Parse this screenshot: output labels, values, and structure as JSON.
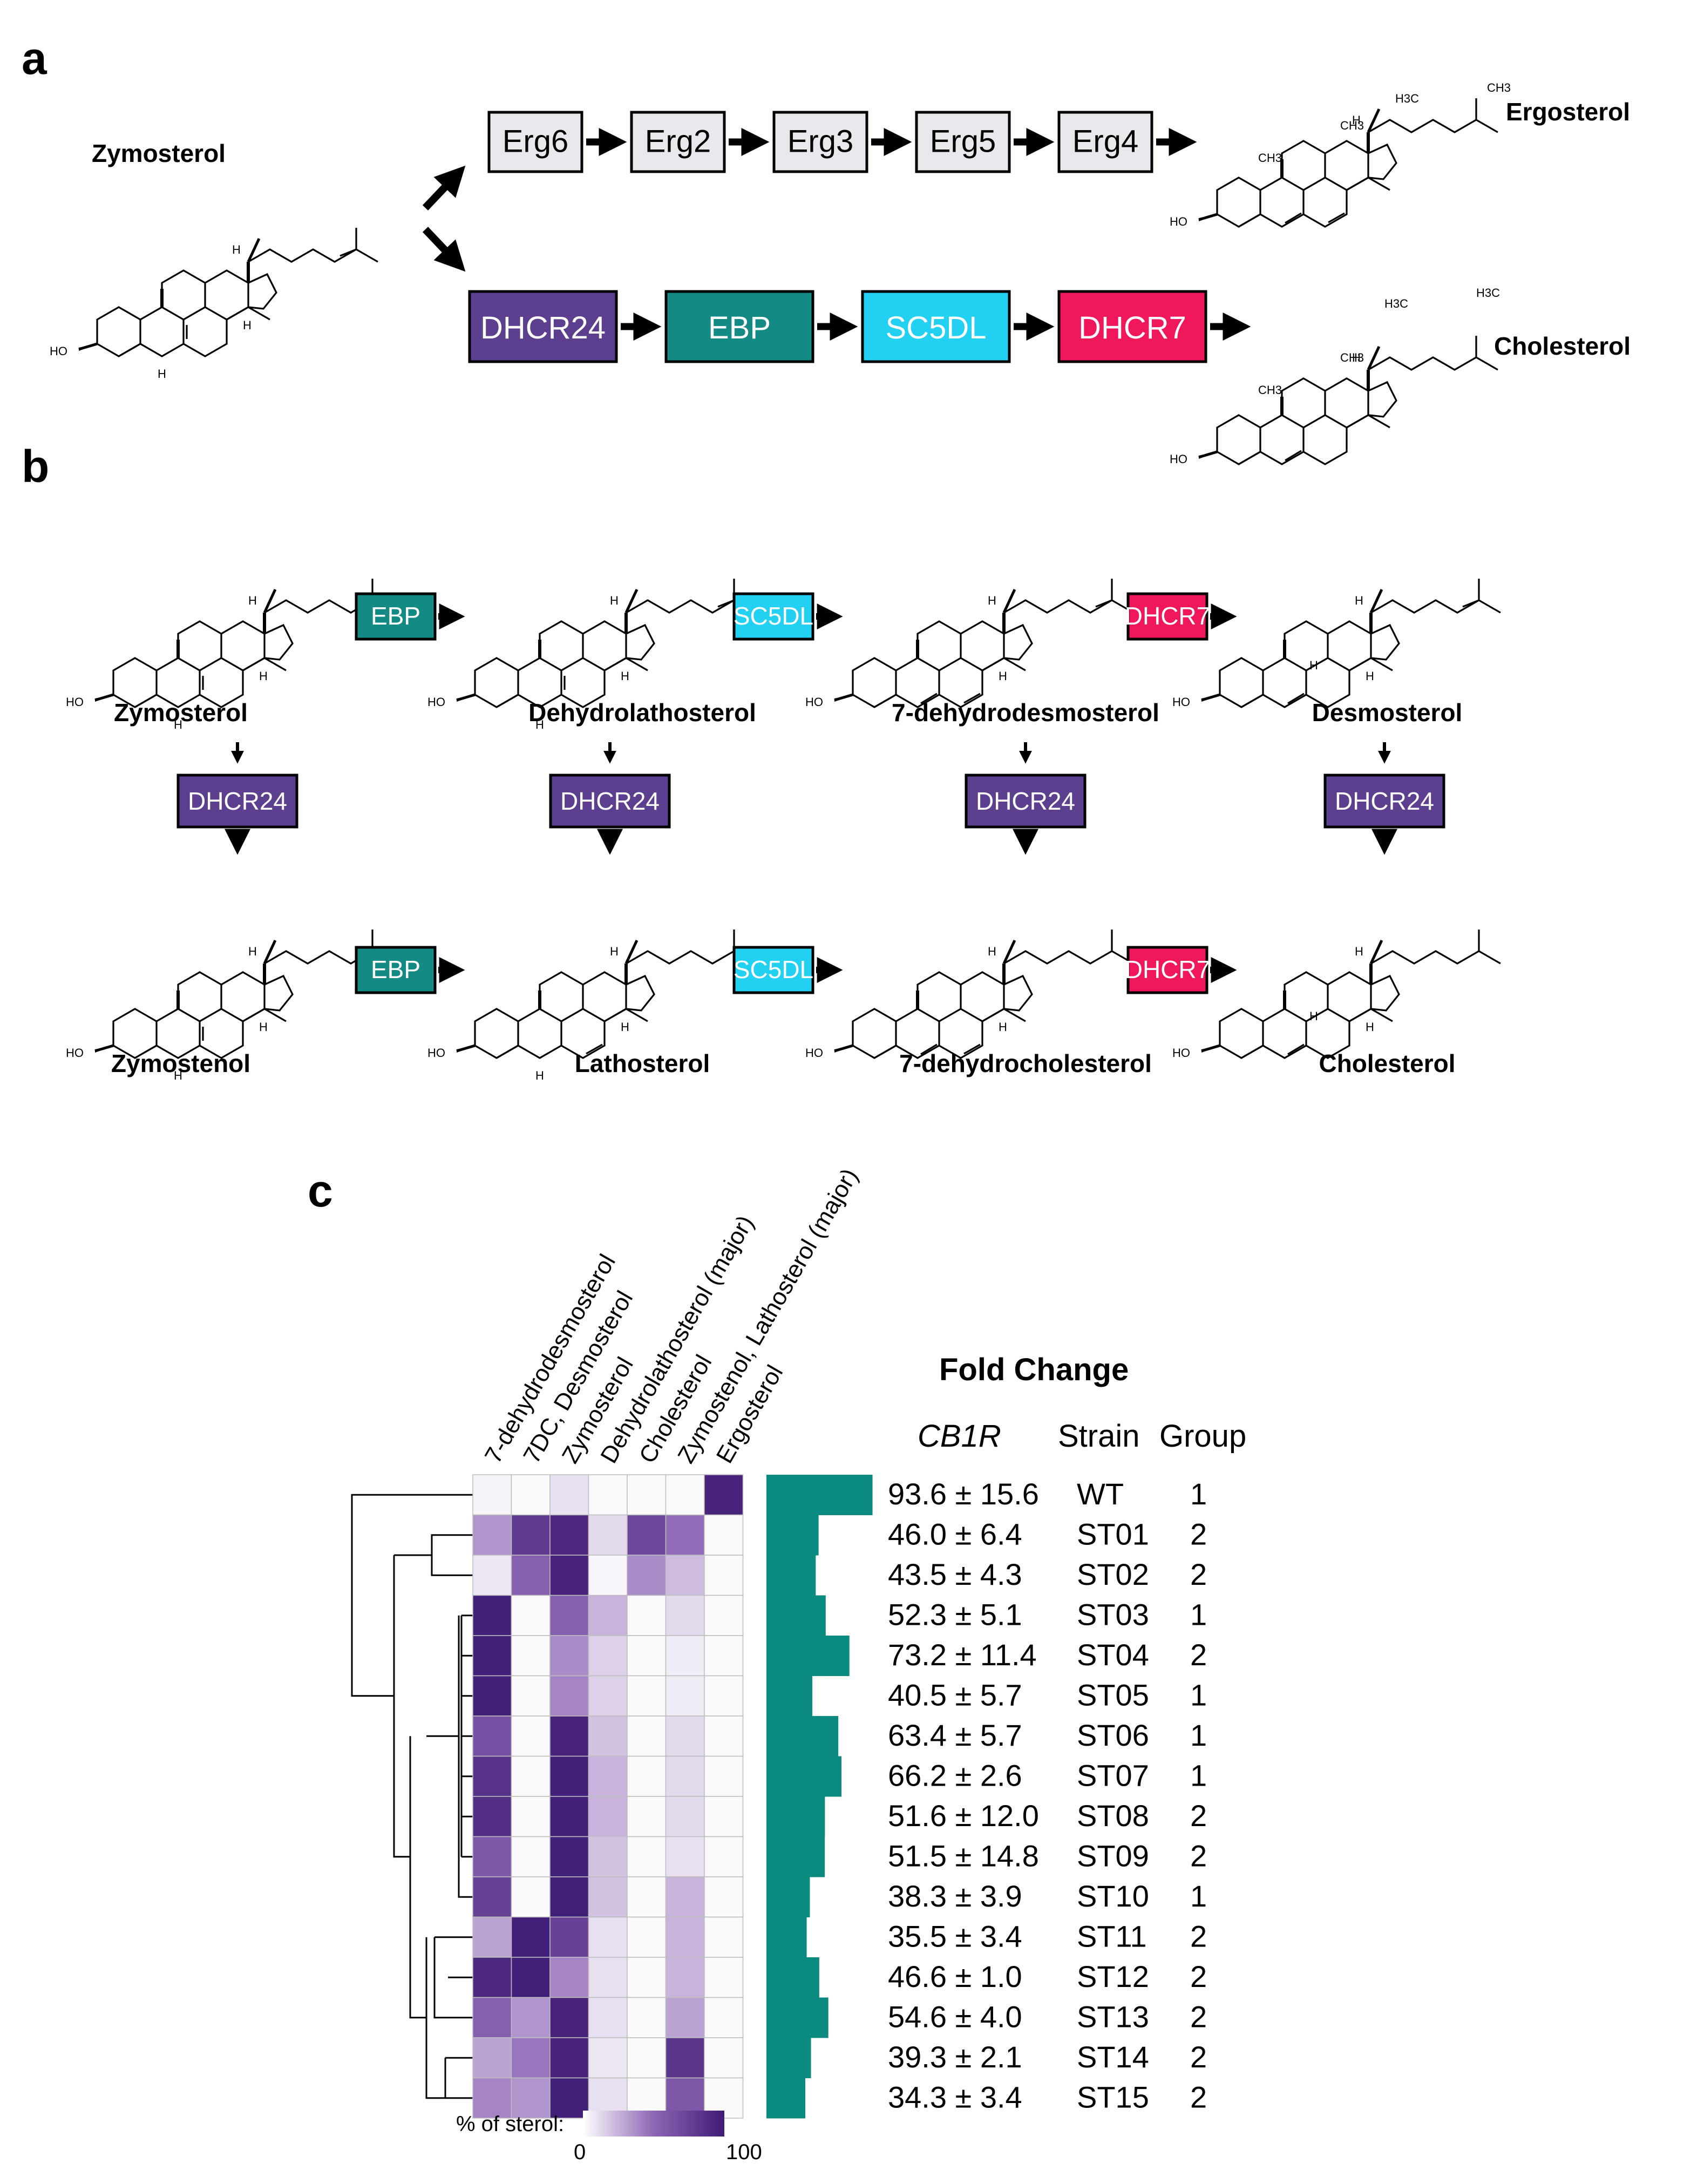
{
  "panel_a": {
    "letter": "a",
    "start": "Zymosterol",
    "yeast_path": [
      "Erg6",
      "Erg2",
      "Erg3",
      "Erg5",
      "Erg4"
    ],
    "human_path": [
      "DHCR24",
      "EBP",
      "SC5DL",
      "DHCR7"
    ],
    "end_yeast": "Ergosterol",
    "end_human": "Cholesterol"
  },
  "panel_b": {
    "letter": "b",
    "top_row": [
      "Zymosterol",
      "Dehydrolathosterol",
      "7-dehydrodesmosterol",
      "Desmosterol"
    ],
    "bottom_row": [
      "Zymostenol",
      "Lathosterol",
      "7-dehydrocholesterol",
      "Cholesterol"
    ],
    "horizontal_enzymes": [
      "EBP",
      "SC5DL",
      "DHCR7"
    ],
    "vertical_enzyme": "DHCR24"
  },
  "enzyme_colors": {
    "Erg": "#e7e9ec",
    "DHCR24": "#5c3f8e",
    "EBP": "#138a84",
    "SC5DL": "#22d0f2",
    "DHCR7": "#f0185a"
  },
  "atoms": {
    "ho": "HO",
    "h": "H",
    "ch3": "CH3",
    "h3c": "H3C"
  },
  "panel_c": {
    "letter": "c",
    "fold_change_title": "Fold Change",
    "col_cb1r": "CB1R",
    "col_strain": "Strain",
    "col_group": "Group",
    "sterol_columns": [
      "7-dehydrodesmosterol",
      "7DC, Desmosterol",
      "Zymosterol",
      "Dehydrolathosterol (major)",
      "Cholesterol",
      "Zymostenol, Lathosterol (major)",
      "Ergosterol"
    ],
    "legend_label": "% of sterol:",
    "legend_min": "0",
    "legend_max": "100",
    "bar_color": "#0b8a80",
    "heat_low": "#ffffff",
    "heat_high": "#3f1c75"
  },
  "chart_data": {
    "type": "heatmap",
    "title": "",
    "rows": [
      "WT",
      "ST01",
      "ST02",
      "ST03",
      "ST04",
      "ST05",
      "ST06",
      "ST07",
      "ST08",
      "ST09",
      "ST10",
      "ST11",
      "ST12",
      "ST13",
      "ST14",
      "ST15"
    ],
    "columns": [
      "7-dehydrodesmosterol",
      "7DC, Desmosterol",
      "Zymosterol",
      "Dehydrolathosterol (major)",
      "Cholesterol",
      "Zymostenol, Lathosterol (major)",
      "Ergosterol"
    ],
    "value_unit": "% of sterol",
    "value_range": [
      0,
      100
    ],
    "values": [
      [
        4,
        2,
        10,
        2,
        2,
        2,
        95
      ],
      [
        35,
        80,
        92,
        12,
        70,
        48,
        2
      ],
      [
        8,
        55,
        95,
        3,
        38,
        22,
        2
      ],
      [
        98,
        2,
        55,
        25,
        2,
        12,
        2
      ],
      [
        98,
        2,
        38,
        15,
        2,
        6,
        2
      ],
      [
        98,
        2,
        40,
        15,
        2,
        6,
        2
      ],
      [
        65,
        2,
        95,
        20,
        2,
        12,
        2
      ],
      [
        85,
        2,
        98,
        25,
        2,
        12,
        2
      ],
      [
        88,
        2,
        98,
        25,
        2,
        12,
        2
      ],
      [
        60,
        2,
        98,
        20,
        2,
        10,
        2
      ],
      [
        75,
        2,
        98,
        20,
        2,
        25,
        2
      ],
      [
        30,
        98,
        75,
        10,
        2,
        25,
        2
      ],
      [
        92,
        98,
        40,
        10,
        2,
        25,
        2
      ],
      [
        55,
        35,
        95,
        10,
        2,
        30,
        2
      ],
      [
        30,
        45,
        95,
        8,
        2,
        82,
        2
      ],
      [
        40,
        35,
        98,
        10,
        2,
        60,
        2
      ]
    ],
    "fold_change_cb1r": [
      {
        "strain": "WT",
        "mean": 93.6,
        "sd": 15.6,
        "text": "93.6 ± 15.6",
        "group": "1"
      },
      {
        "strain": "ST01",
        "mean": 46.0,
        "sd": 6.4,
        "text": "46.0 ± 6.4",
        "group": "2"
      },
      {
        "strain": "ST02",
        "mean": 43.5,
        "sd": 4.3,
        "text": "43.5 ± 4.3",
        "group": "2"
      },
      {
        "strain": "ST03",
        "mean": 52.3,
        "sd": 5.1,
        "text": "52.3 ± 5.1",
        "group": "1"
      },
      {
        "strain": "ST04",
        "mean": 73.2,
        "sd": 11.4,
        "text": "73.2 ± 11.4",
        "group": "2"
      },
      {
        "strain": "ST05",
        "mean": 40.5,
        "sd": 5.7,
        "text": "40.5 ± 5.7",
        "group": "1"
      },
      {
        "strain": "ST06",
        "mean": 63.4,
        "sd": 5.7,
        "text": "63.4 ± 5.7",
        "group": "1"
      },
      {
        "strain": "ST07",
        "mean": 66.2,
        "sd": 2.6,
        "text": "66.2 ± 2.6",
        "group": "1"
      },
      {
        "strain": "ST08",
        "mean": 51.6,
        "sd": 12.0,
        "text": "51.6 ± 12.0",
        "group": "2"
      },
      {
        "strain": "ST09",
        "mean": 51.5,
        "sd": 14.8,
        "text": "51.5 ± 14.8",
        "group": "2"
      },
      {
        "strain": "ST10",
        "mean": 38.3,
        "sd": 3.9,
        "text": "38.3 ± 3.9",
        "group": "1"
      },
      {
        "strain": "ST11",
        "mean": 35.5,
        "sd": 3.4,
        "text": "35.5 ± 3.4",
        "group": "2"
      },
      {
        "strain": "ST12",
        "mean": 46.6,
        "sd": 1.0,
        "text": "46.6 ± 1.0",
        "group": "2"
      },
      {
        "strain": "ST13",
        "mean": 54.6,
        "sd": 4.0,
        "text": "54.6 ± 4.0",
        "group": "2"
      },
      {
        "strain": "ST14",
        "mean": 39.3,
        "sd": 2.1,
        "text": "39.3 ± 2.1",
        "group": "2"
      },
      {
        "strain": "ST15",
        "mean": 34.3,
        "sd": 3.4,
        "text": "34.3 ± 3.4",
        "group": "2"
      }
    ],
    "fold_change_range": [
      0,
      100
    ]
  }
}
